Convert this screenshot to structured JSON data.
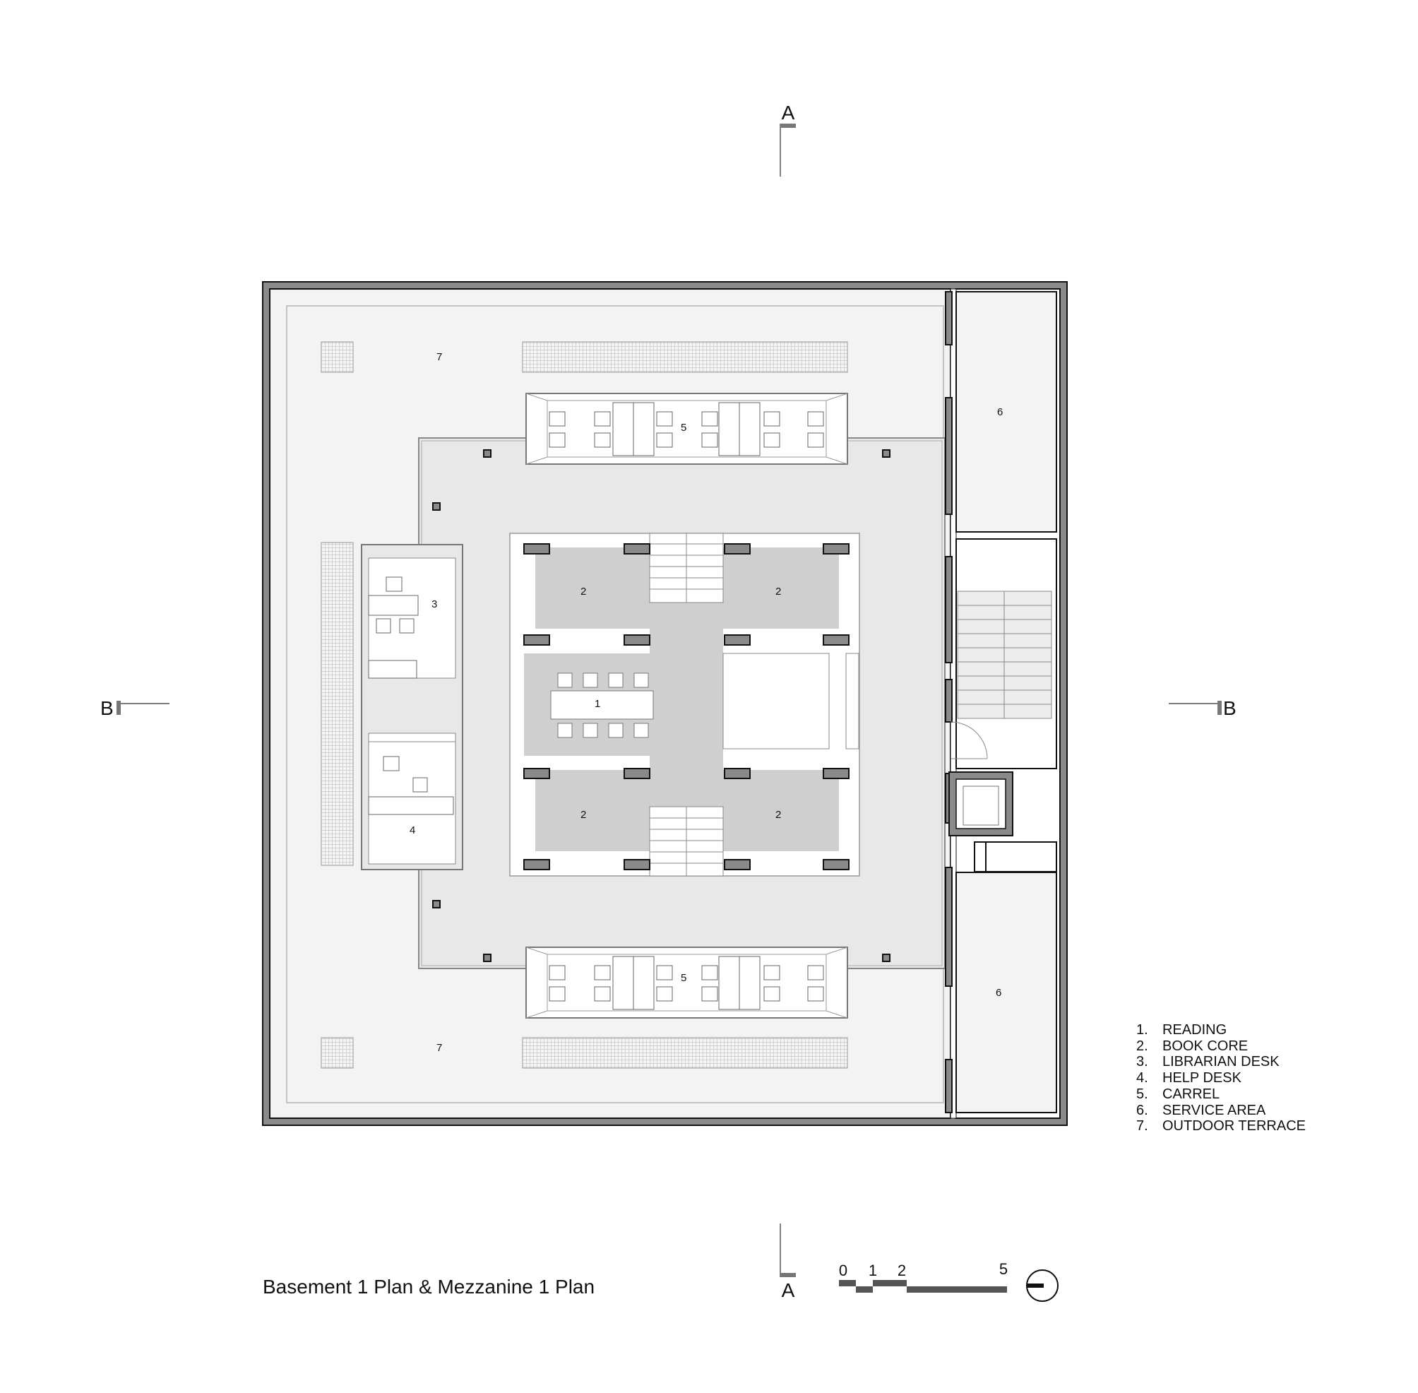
{
  "title": "Basement 1 Plan & Mezzanine 1 Plan",
  "section_markers": {
    "a_top": "A",
    "a_bottom": "A",
    "b_left": "B",
    "b_right": "B"
  },
  "rooms": {
    "reading": "1",
    "book_core": "2",
    "librarian_desk": "3",
    "help_desk": "4",
    "carrel": "5",
    "service_area": "6",
    "outdoor_terrace": "7"
  },
  "legend": [
    {
      "num": "1.",
      "label": "READING"
    },
    {
      "num": "2.",
      "label": "BOOK CORE"
    },
    {
      "num": "3.",
      "label": "LIBRARIAN DESK"
    },
    {
      "num": "4.",
      "label": "HELP DESK"
    },
    {
      "num": "5.",
      "label": "CARREL"
    },
    {
      "num": "6.",
      "label": "SERVICE AREA"
    },
    {
      "num": "7.",
      "label": "OUTDOOR TERRACE"
    }
  ],
  "scale_bar": {
    "ticks": [
      "0",
      "1",
      "2",
      "5"
    ]
  },
  "colors": {
    "wall": "#8a8a8a",
    "floor": "#e8e8e8",
    "core": "#cfcfcf",
    "terrace": "#f3f3f3",
    "line": "#111111"
  },
  "icons": {
    "north_arrow": "north-arrow-icon"
  }
}
